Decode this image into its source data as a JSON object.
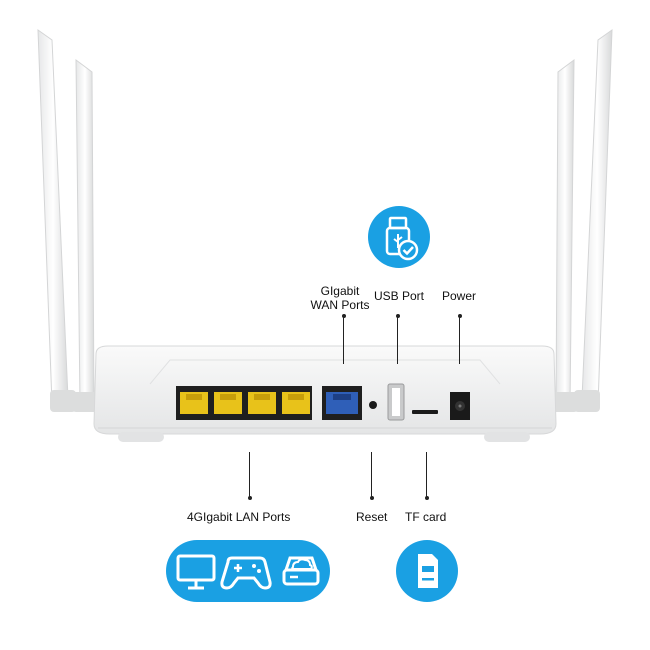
{
  "colors": {
    "accent": "#1aa0e3",
    "lan_port": "#e8c21a",
    "wan_port": "#2f5fb8",
    "router_body": "#f1f2f2"
  },
  "labels": {
    "wan_ports": "GIgabit\nWAN Ports",
    "usb_port": "USB Port",
    "power": "Power",
    "lan_ports": "4GIgabit LAN Ports",
    "reset": "Reset",
    "tf_card": "TF card"
  },
  "icons": {
    "usb_badge": "usb-drive-check-icon",
    "lan_devices": [
      "monitor-icon",
      "gamepad-icon",
      "cloud-storage-icon"
    ],
    "tf_card_badge": "sd-card-icon"
  }
}
